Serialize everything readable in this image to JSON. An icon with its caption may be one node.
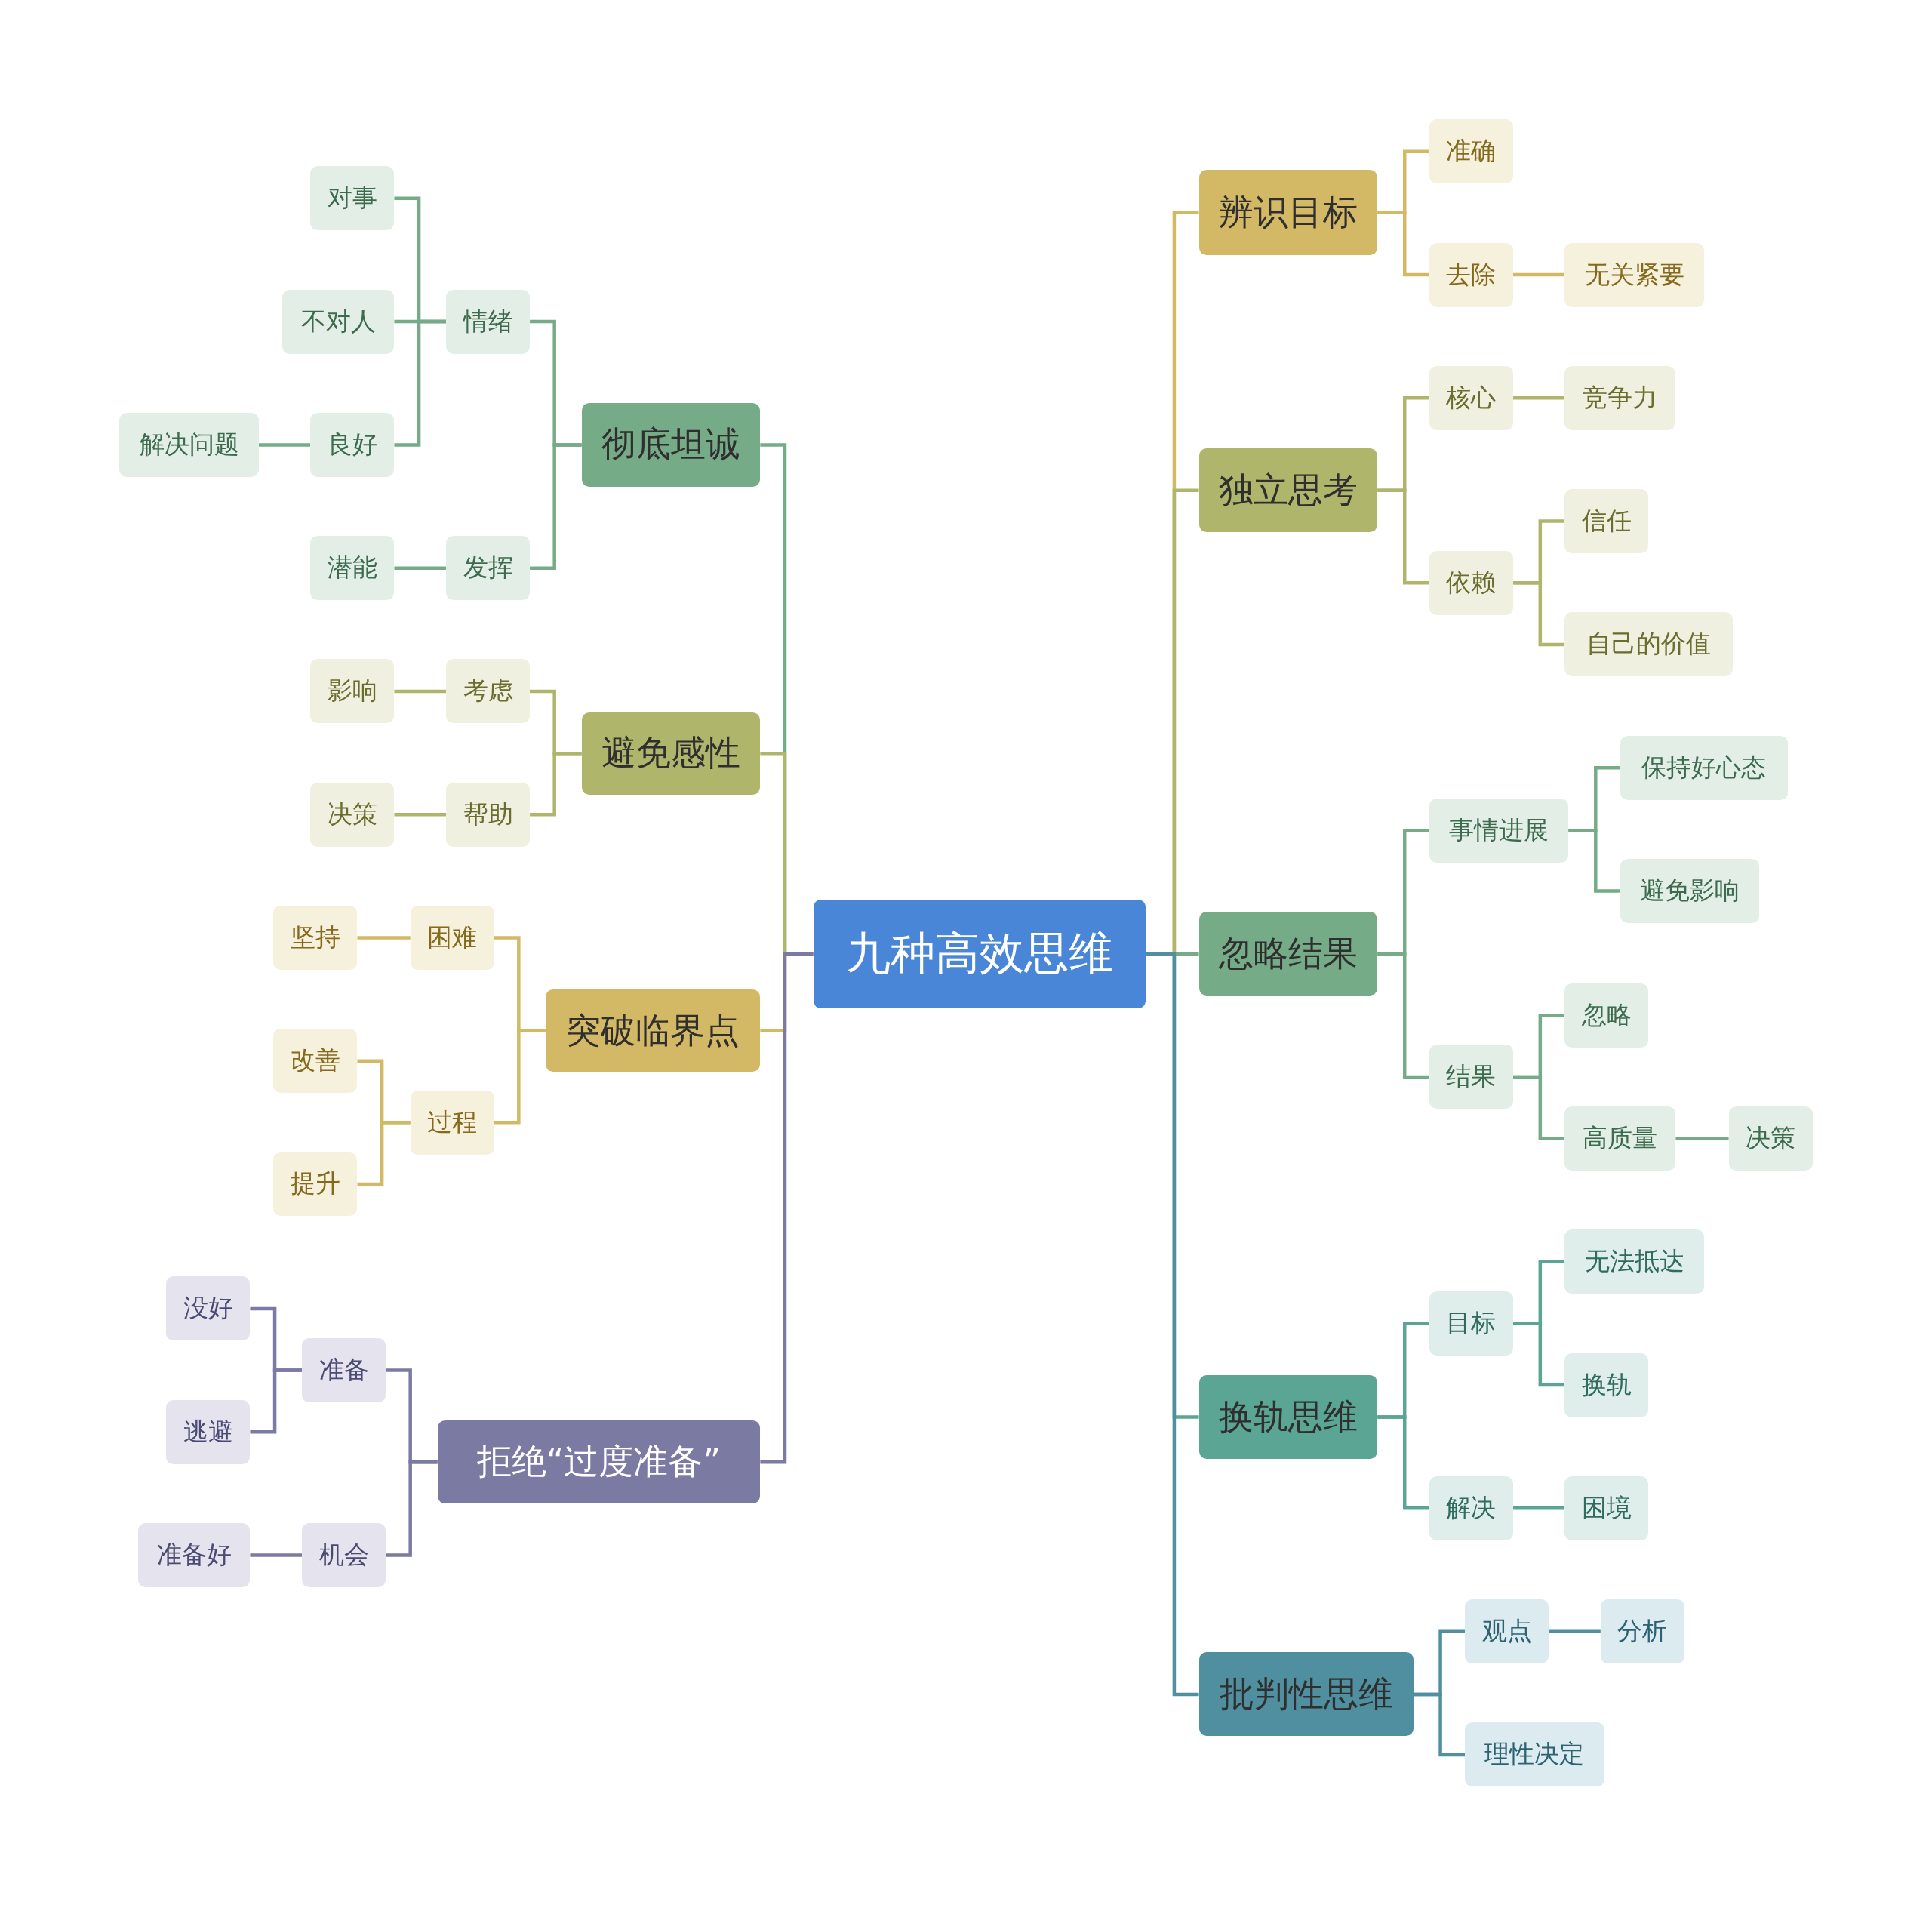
{
  "diagram": {
    "nodes": [
      {
        "text": [
          "九种高效思维"
        ]
      },
      {
        "text": [
          "彻底坦诚"
        ]
      },
      {
        "text": [
          "情绪"
        ]
      },
      {
        "text": [
          "对事"
        ]
      },
      {
        "text": [
          "不对人"
        ]
      },
      {
        "text": [
          "良好"
        ]
      },
      {
        "text": [
          "解决问题"
        ]
      },
      {
        "text": [
          "发挥"
        ]
      },
      {
        "text": [
          "潜能"
        ]
      },
      {
        "text": [
          "避免感性"
        ]
      },
      {
        "text": [
          "考虑"
        ]
      },
      {
        "text": [
          "影响"
        ]
      },
      {
        "text": [
          "帮助"
        ]
      },
      {
        "text": [
          "决策"
        ]
      },
      {
        "text": [
          "突破临界点"
        ]
      },
      {
        "text": [
          "困难"
        ]
      },
      {
        "text": [
          "坚持"
        ]
      },
      {
        "text": [
          "过程"
        ]
      },
      {
        "text": [
          "改善"
        ]
      },
      {
        "text": [
          "提升"
        ]
      },
      {
        "text": [
          "拒绝“过度准备”"
        ]
      },
      {
        "text": [
          "准备"
        ]
      },
      {
        "text": [
          "没好"
        ]
      },
      {
        "text": [
          "逃避"
        ]
      },
      {
        "text": [
          "机会"
        ]
      },
      {
        "text": [
          "准备好"
        ]
      },
      {
        "text": [
          "辨识目标"
        ]
      },
      {
        "text": [
          "准确"
        ]
      },
      {
        "text": [
          "去除"
        ]
      },
      {
        "text": [
          "无关紧要"
        ]
      },
      {
        "text": [
          "独立思考"
        ]
      },
      {
        "text": [
          "核心"
        ]
      },
      {
        "text": [
          "竞争力"
        ]
      },
      {
        "text": [
          "依赖"
        ]
      },
      {
        "text": [
          "信任"
        ]
      },
      {
        "text": [
          "自己的价值"
        ]
      },
      {
        "text": [
          "忽略结果"
        ]
      },
      {
        "text": [
          "事情进展"
        ]
      },
      {
        "text": [
          "保持好心态"
        ]
      },
      {
        "text": [
          "避免影响"
        ]
      },
      {
        "text": [
          "结果"
        ]
      },
      {
        "text": [
          "忽略"
        ]
      },
      {
        "text": [
          "高质量"
        ]
      },
      {
        "text": [
          "决策"
        ]
      },
      {
        "text": [
          "换轨思维"
        ]
      },
      {
        "text": [
          "目标"
        ]
      },
      {
        "text": [
          "无法抵达"
        ]
      },
      {
        "text": [
          "换轨"
        ]
      },
      {
        "text": [
          "解决"
        ]
      },
      {
        "text": [
          "困境"
        ]
      },
      {
        "text": [
          "批判性思维"
        ]
      },
      {
        "text": [
          "观点"
        ]
      },
      {
        "text": [
          "分析"
        ]
      },
      {
        "text": [
          "理性决定"
        ]
      }
    ],
    "edges": [
      {
        "from": 0,
        "to": 1,
        "arrow": "none",
        "color": "#76ab87"
      },
      {
        "from": 1,
        "to": 2,
        "arrow": "none",
        "color": "#76ab87"
      },
      {
        "from": 2,
        "to": 3,
        "arrow": "none",
        "color": "#76ab87"
      },
      {
        "from": 2,
        "to": 4,
        "arrow": "none",
        "color": "#76ab87"
      },
      {
        "from": 2,
        "to": 5,
        "arrow": "none",
        "color": "#76ab87"
      },
      {
        "from": 5,
        "to": 6,
        "arrow": "none",
        "color": "#76ab87"
      },
      {
        "from": 1,
        "to": 7,
        "arrow": "none",
        "color": "#76ab87"
      },
      {
        "from": 7,
        "to": 8,
        "arrow": "none",
        "color": "#76ab87"
      },
      {
        "from": 0,
        "to": 9,
        "arrow": "none",
        "color": "#b0b56c"
      },
      {
        "from": 9,
        "to": 10,
        "arrow": "none",
        "color": "#b0b56c"
      },
      {
        "from": 10,
        "to": 11,
        "arrow": "none",
        "color": "#b0b56c"
      },
      {
        "from": 9,
        "to": 12,
        "arrow": "none",
        "color": "#b0b56c"
      },
      {
        "from": 12,
        "to": 13,
        "arrow": "none",
        "color": "#b0b56c"
      },
      {
        "from": 0,
        "to": 14,
        "arrow": "none",
        "color": "#d3b965"
      },
      {
        "from": 14,
        "to": 15,
        "arrow": "none",
        "color": "#d3b965"
      },
      {
        "from": 15,
        "to": 16,
        "arrow": "none",
        "color": "#d3b965"
      },
      {
        "from": 14,
        "to": 17,
        "arrow": "none",
        "color": "#d3b965"
      },
      {
        "from": 17,
        "to": 18,
        "arrow": "none",
        "color": "#d3b965"
      },
      {
        "from": 17,
        "to": 19,
        "arrow": "none",
        "color": "#d3b965"
      },
      {
        "from": 0,
        "to": 20,
        "arrow": "none",
        "color": "#7b7aa2"
      },
      {
        "from": 20,
        "to": 21,
        "arrow": "none",
        "color": "#7b7aa2"
      },
      {
        "from": 21,
        "to": 22,
        "arrow": "none",
        "color": "#7b7aa2"
      },
      {
        "from": 21,
        "to": 23,
        "arrow": "none",
        "color": "#7b7aa2"
      },
      {
        "from": 20,
        "to": 24,
        "arrow": "none",
        "color": "#7b7aa2"
      },
      {
        "from": 24,
        "to": 25,
        "arrow": "none",
        "color": "#7b7aa2"
      },
      {
        "from": 0,
        "to": 26,
        "arrow": "none",
        "color": "#d3b965"
      },
      {
        "from": 26,
        "to": 27,
        "arrow": "none",
        "color": "#d3b965"
      },
      {
        "from": 26,
        "to": 28,
        "arrow": "none",
        "color": "#d3b965"
      },
      {
        "from": 28,
        "to": 29,
        "arrow": "none",
        "color": "#d3b965"
      },
      {
        "from": 0,
        "to": 30,
        "arrow": "none",
        "color": "#b0b56c"
      },
      {
        "from": 30,
        "to": 31,
        "arrow": "none",
        "color": "#b0b56c"
      },
      {
        "from": 31,
        "to": 32,
        "arrow": "none",
        "color": "#b0b56c"
      },
      {
        "from": 30,
        "to": 33,
        "arrow": "none",
        "color": "#b0b56c"
      },
      {
        "from": 33,
        "to": 34,
        "arrow": "none",
        "color": "#b0b56c"
      },
      {
        "from": 33,
        "to": 35,
        "arrow": "none",
        "color": "#b0b56c"
      },
      {
        "from": 0,
        "to": 36,
        "arrow": "none",
        "color": "#76ab87"
      },
      {
        "from": 36,
        "to": 37,
        "arrow": "none",
        "color": "#76ab87"
      },
      {
        "from": 37,
        "to": 38,
        "arrow": "none",
        "color": "#76ab87"
      },
      {
        "from": 37,
        "to": 39,
        "arrow": "none",
        "color": "#76ab87"
      },
      {
        "from": 36,
        "to": 40,
        "arrow": "none",
        "color": "#76ab87"
      },
      {
        "from": 40,
        "to": 41,
        "arrow": "none",
        "color": "#76ab87"
      },
      {
        "from": 40,
        "to": 42,
        "arrow": "none",
        "color": "#76ab87"
      },
      {
        "from": 42,
        "to": 43,
        "arrow": "none",
        "color": "#76ab87"
      },
      {
        "from": 0,
        "to": 44,
        "arrow": "none",
        "color": "#5ba594"
      },
      {
        "from": 44,
        "to": 45,
        "arrow": "none",
        "color": "#5ba594"
      },
      {
        "from": 45,
        "to": 46,
        "arrow": "none",
        "color": "#5ba594"
      },
      {
        "from": 45,
        "to": 47,
        "arrow": "none",
        "color": "#5ba594"
      },
      {
        "from": 44,
        "to": 48,
        "arrow": "none",
        "color": "#5ba594"
      },
      {
        "from": 48,
        "to": 49,
        "arrow": "none",
        "color": "#5ba594"
      },
      {
        "from": 0,
        "to": 50,
        "arrow": "none",
        "color": "#4f8fa0"
      },
      {
        "from": 50,
        "to": 51,
        "arrow": "none",
        "color": "#4f8fa0"
      },
      {
        "from": 51,
        "to": 52,
        "arrow": "none",
        "color": "#4f8fa0"
      },
      {
        "from": 50,
        "to": 53,
        "arrow": "none",
        "color": "#4f8fa0"
      }
    ]
  }
}
